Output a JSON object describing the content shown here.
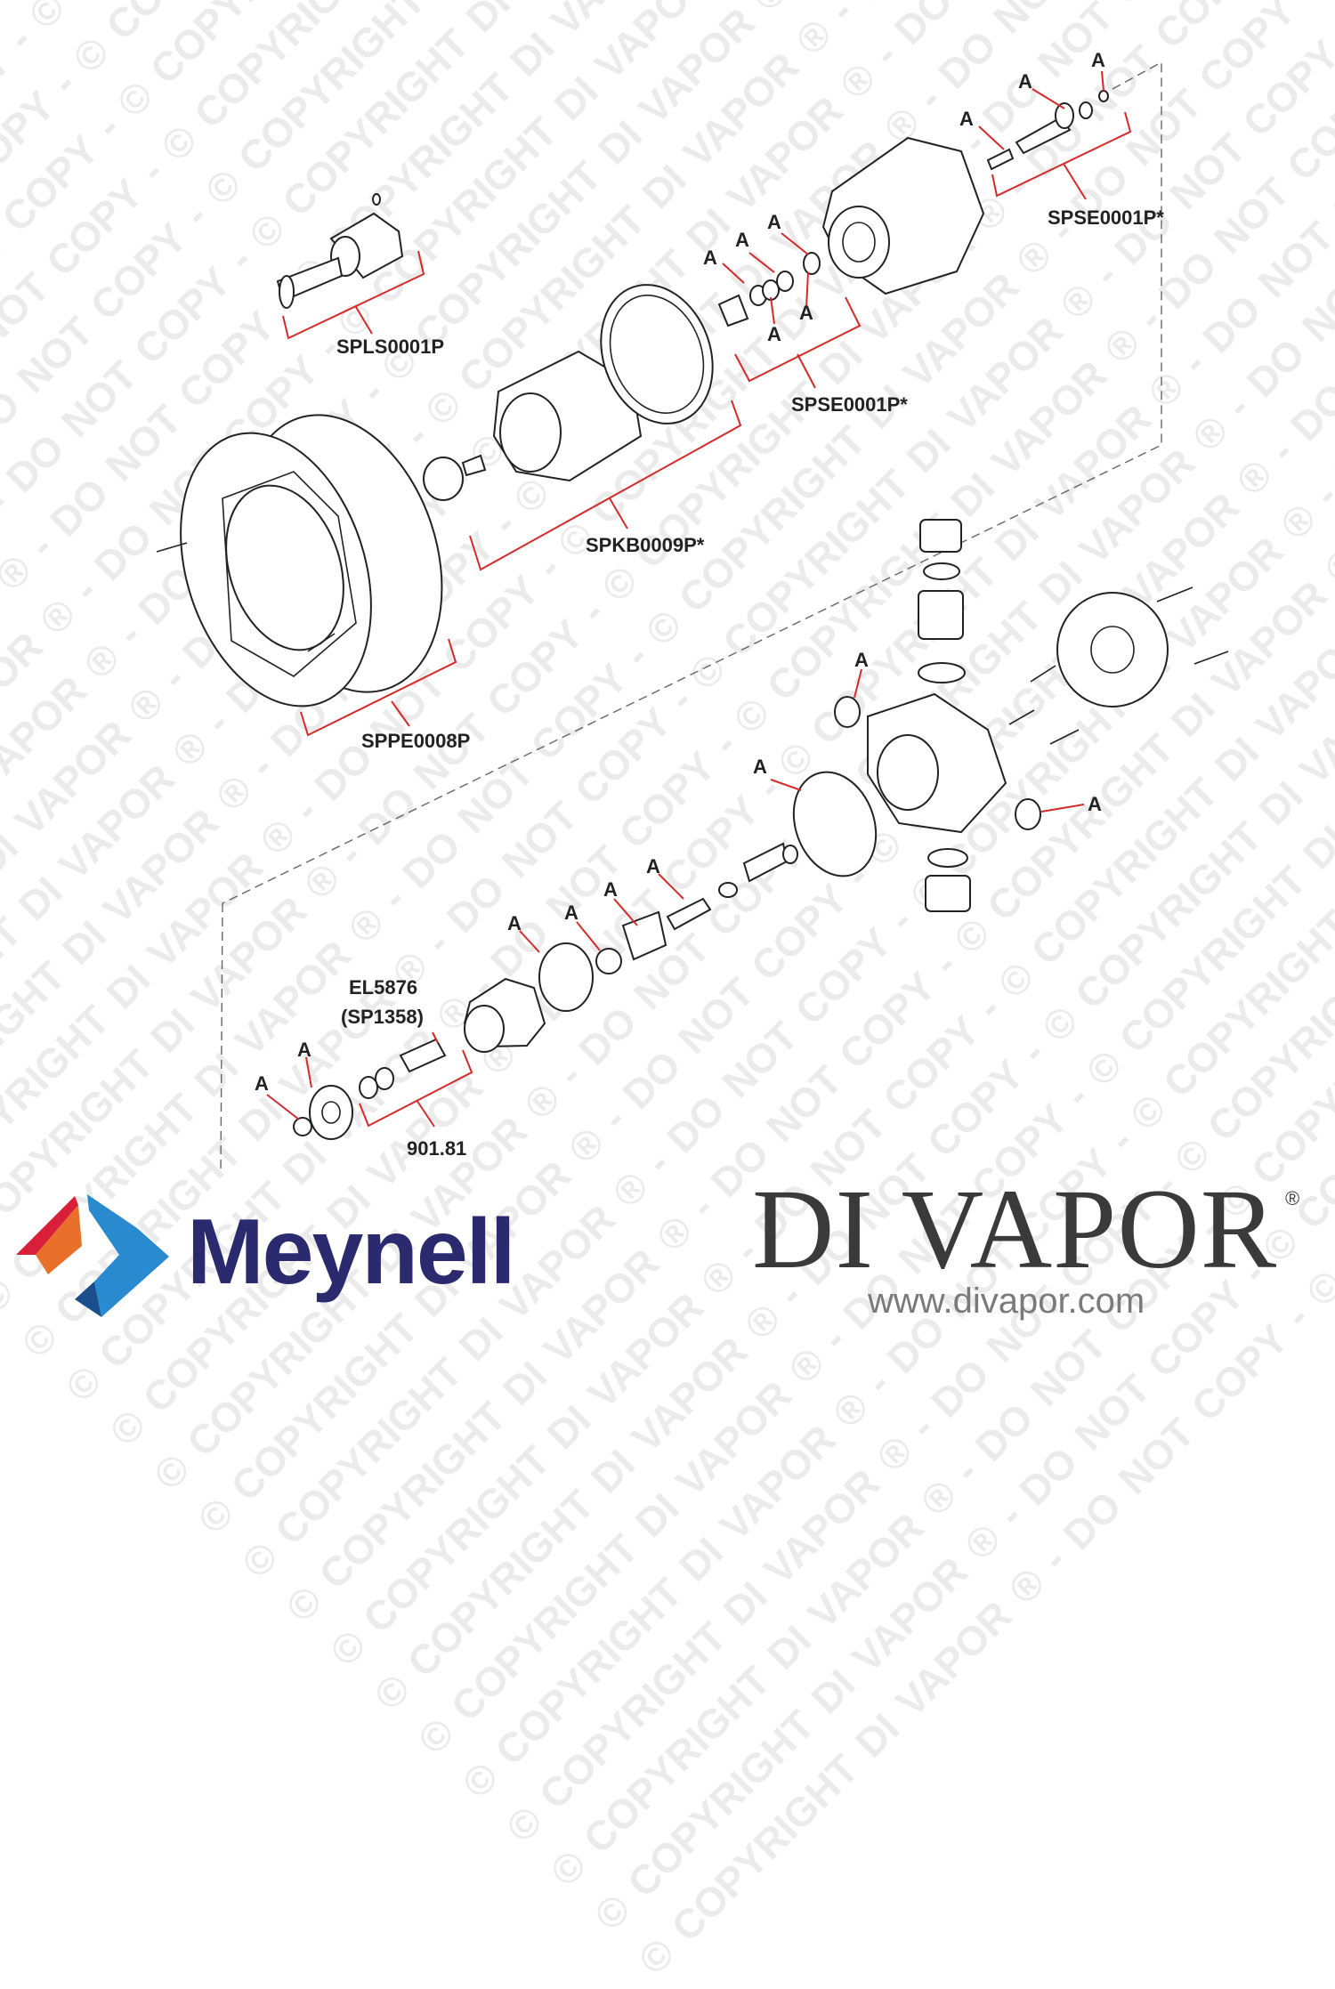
{
  "watermark": {
    "text": "© COPYRIGHT DI VAPOR ® - DO NOT COPY - © COPYRIGHT DI VAPOR ® - DO NOT COPY - © COPYRIGHT DI VAPOR ® - DO NOT COPY -"
  },
  "part_labels": [
    "SPLS0001P",
    "SPSE0001P*",
    "SPSE0001P*",
    "SPKB0009P*",
    "SPPE0008P",
    "EL5876",
    "(SP1358)",
    "901.81"
  ],
  "callout_letter": "A",
  "brands": {
    "meynell": "Meynell",
    "divapor": "DI VAPOR",
    "divapor_reg": "®",
    "divapor_url": "www.divapor.com"
  },
  "colors": {
    "leader": "#d42a2a",
    "meynell_navy": "#2b2a6e",
    "logo_red": "#d8203a",
    "logo_orange": "#e8702a",
    "logo_blue": "#2a8ad0"
  }
}
